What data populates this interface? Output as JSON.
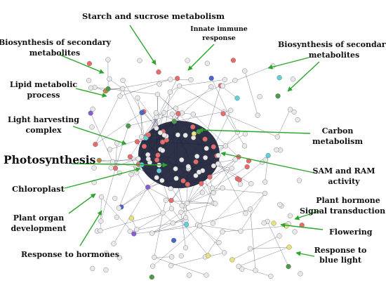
{
  "labels": {
    "starch": "Starch and sucrose metabolism",
    "innate_1": "Innate immune",
    "innate_2": "response",
    "biosec_left_1": "Biosynthesis of secondary",
    "biosec_left_2": "metabolites",
    "biosec_right_1": "Biosynthesis of secondary",
    "biosec_right_2": "metabolites",
    "lipid_1": "Lipid metabolic",
    "lipid_2": "process",
    "light_1": "Light harvesting",
    "light_2": "complex",
    "carbon_1": "Carbon",
    "carbon_2": "metabolism",
    "photosynthesis": "Photosynthesis",
    "sam_1": "SAM and RAM",
    "sam_2": "activity",
    "chloroplast": "Chloroplast",
    "organ_1": "Plant organ",
    "organ_2": "development",
    "hormone_sig_1": "Plant hormone",
    "hormone_sig_2": "Signal transduction",
    "flowering": "Flowering",
    "response_hormones": "Response to hormones",
    "blue_1": "Response to",
    "blue_2": "blue light"
  },
  "colors": {
    "arrow": "#2aa52a",
    "edge": "#3a3f5c",
    "core": "#1c2138",
    "node_white": "#e9e9e9",
    "node_red": "#e86a6a",
    "node_green": "#4f9a4a",
    "node_cyan": "#5fd0d8",
    "node_yellow": "#e8e27a",
    "node_purple": "#8a5ad8",
    "node_brown": "#b88a4a",
    "node_blue": "#4a64c8"
  }
}
